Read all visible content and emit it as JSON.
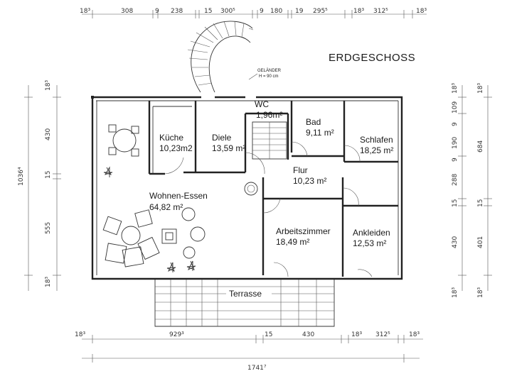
{
  "title": "ERDGESCHOSS",
  "railing_note": [
    "GELÄNDER",
    "H = 90 cm"
  ],
  "rooms": [
    {
      "name": "Küche",
      "area": "10,23m2"
    },
    {
      "name": "Diele",
      "area": "13,59 m²"
    },
    {
      "name": "WC",
      "area": "1,96m²"
    },
    {
      "name": "Bad",
      "area": "9,11 m²"
    },
    {
      "name": "Schlafen",
      "area": "18,25 m²"
    },
    {
      "name": "Flur",
      "area": "10,23 m²"
    },
    {
      "name": "Wohnen-Essen",
      "area": "64,82 m²"
    },
    {
      "name": "Arbeitszimmer",
      "area": "18,49 m²"
    },
    {
      "name": "Ankleiden",
      "area": "12,53 m²"
    }
  ],
  "terrace_label": "Terrasse",
  "dims_top": [
    "18³",
    "308",
    "9",
    "238",
    "15",
    "300⁵",
    "9",
    "180",
    "19",
    "295⁵",
    "18³",
    "312⁵",
    "18³"
  ],
  "dims_bottom": [
    "18³",
    "929³",
    "15",
    "430",
    "18³",
    "312⁵",
    "18³"
  ],
  "dim_total": "1741⁷",
  "dims_left": [
    "18³",
    "430",
    "15",
    "555",
    "18³"
  ],
  "dim_left_total": "1036⁴",
  "dims_right_inner": [
    "18³",
    "109",
    "9",
    "190",
    "9",
    "288",
    "15",
    "430",
    "18³"
  ],
  "dims_right_outer": [
    "18³",
    "684",
    "15",
    "401",
    "18³"
  ]
}
